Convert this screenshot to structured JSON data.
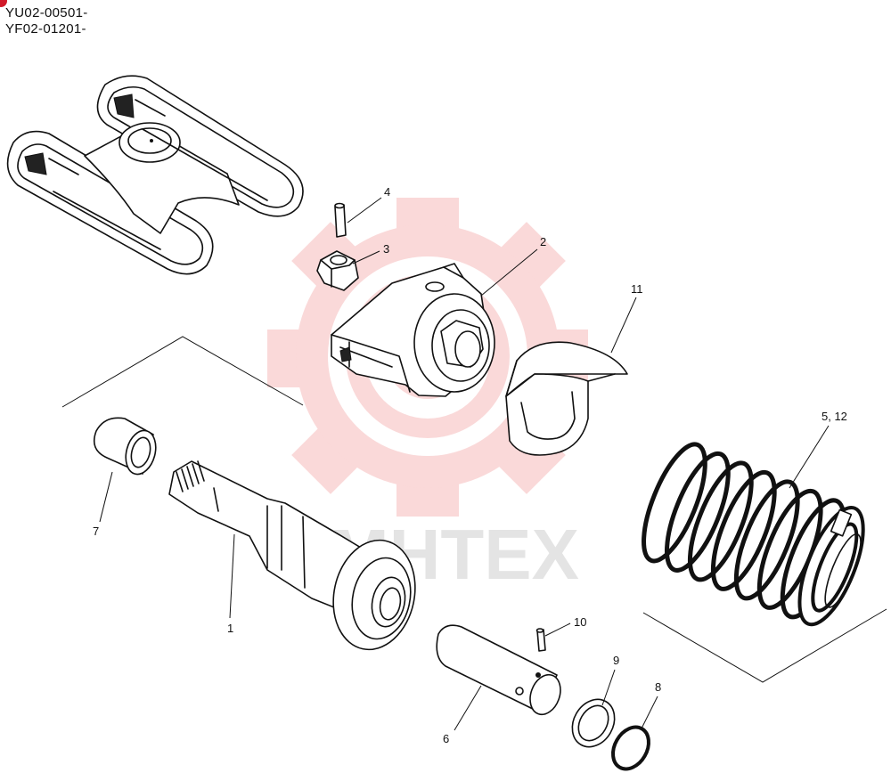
{
  "header": {
    "serial_1": "YU02-00501-",
    "serial_2": "YF02-01201-"
  },
  "watermark": {
    "text": "MHTEX",
    "color": "#f08a8a"
  },
  "callouts": [
    {
      "id": "c1",
      "label": "1"
    },
    {
      "id": "c2",
      "label": "2"
    },
    {
      "id": "c3",
      "label": "3"
    },
    {
      "id": "c4",
      "label": "4"
    },
    {
      "id": "c512",
      "label": "5, 12"
    },
    {
      "id": "c6",
      "label": "6"
    },
    {
      "id": "c7",
      "label": "7"
    },
    {
      "id": "c8",
      "label": "8"
    },
    {
      "id": "c9",
      "label": "9"
    },
    {
      "id": "c10",
      "label": "10"
    },
    {
      "id": "c11",
      "label": "11"
    }
  ],
  "colors": {
    "accent": "#d11a2a",
    "ink": "#111111"
  }
}
